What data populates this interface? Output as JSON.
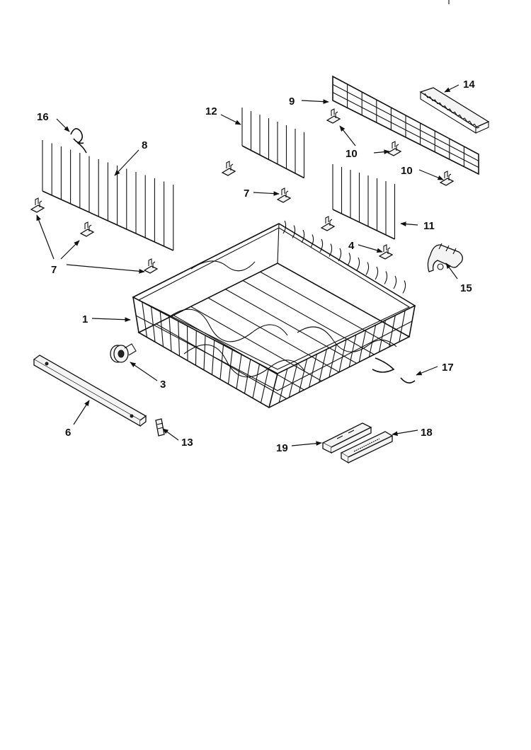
{
  "diagram": {
    "callouts": [
      {
        "id": "c16",
        "label": "16"
      },
      {
        "id": "c8",
        "label": "8"
      },
      {
        "id": "c12",
        "label": "12"
      },
      {
        "id": "c9",
        "label": "9"
      },
      {
        "id": "c14",
        "label": "14"
      },
      {
        "id": "c10a",
        "label": "10"
      },
      {
        "id": "c10b",
        "label": "10"
      },
      {
        "id": "c7a",
        "label": "7"
      },
      {
        "id": "c7b",
        "label": "7"
      },
      {
        "id": "c11",
        "label": "11"
      },
      {
        "id": "c4",
        "label": "4"
      },
      {
        "id": "c15",
        "label": "15"
      },
      {
        "id": "c1",
        "label": "1"
      },
      {
        "id": "c3",
        "label": "3"
      },
      {
        "id": "c17",
        "label": "17"
      },
      {
        "id": "c6",
        "label": "6"
      },
      {
        "id": "c13",
        "label": "13"
      },
      {
        "id": "c19",
        "label": "19"
      },
      {
        "id": "c18",
        "label": "18"
      }
    ]
  }
}
